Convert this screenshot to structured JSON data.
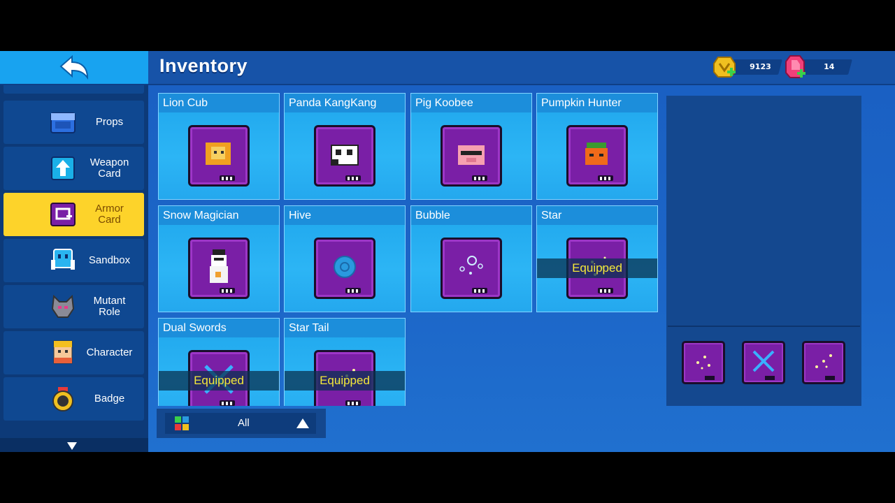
{
  "header": {
    "title": "Inventory",
    "gold": "9123",
    "gems": "14"
  },
  "sidebar": {
    "items": [
      {
        "label": "Props",
        "icon": "props-icon"
      },
      {
        "label": "Weapon\nCard",
        "icon": "weapon-card-icon"
      },
      {
        "label": "Armor\nCard",
        "icon": "armor-card-icon",
        "active": true
      },
      {
        "label": "Sandbox",
        "icon": "sandbox-icon"
      },
      {
        "label": "Mutant\nRole",
        "icon": "mutant-role-icon"
      },
      {
        "label": "Character",
        "icon": "character-icon"
      },
      {
        "label": "Badge",
        "icon": "badge-icon"
      }
    ]
  },
  "items": [
    {
      "name": "Lion Cub",
      "equipped": false
    },
    {
      "name": "Panda KangKang",
      "equipped": false
    },
    {
      "name": "Pig Koobee",
      "equipped": false
    },
    {
      "name": "Pumpkin Hunter",
      "equipped": false
    },
    {
      "name": "Snow Magician",
      "equipped": false
    },
    {
      "name": "Hive",
      "equipped": false
    },
    {
      "name": "Bubble",
      "equipped": false
    },
    {
      "name": "Star",
      "equipped": true
    },
    {
      "name": "Dual Swords",
      "equipped": true
    },
    {
      "name": "Star Tail",
      "equipped": true
    }
  ],
  "equipped_label": "Equipped",
  "filter": {
    "label": "All"
  },
  "colors": {
    "accent": "#fdd32a",
    "card": "#2cb5f5",
    "frame": "#7a1fa6",
    "equipped_text": "#f4e83a"
  }
}
